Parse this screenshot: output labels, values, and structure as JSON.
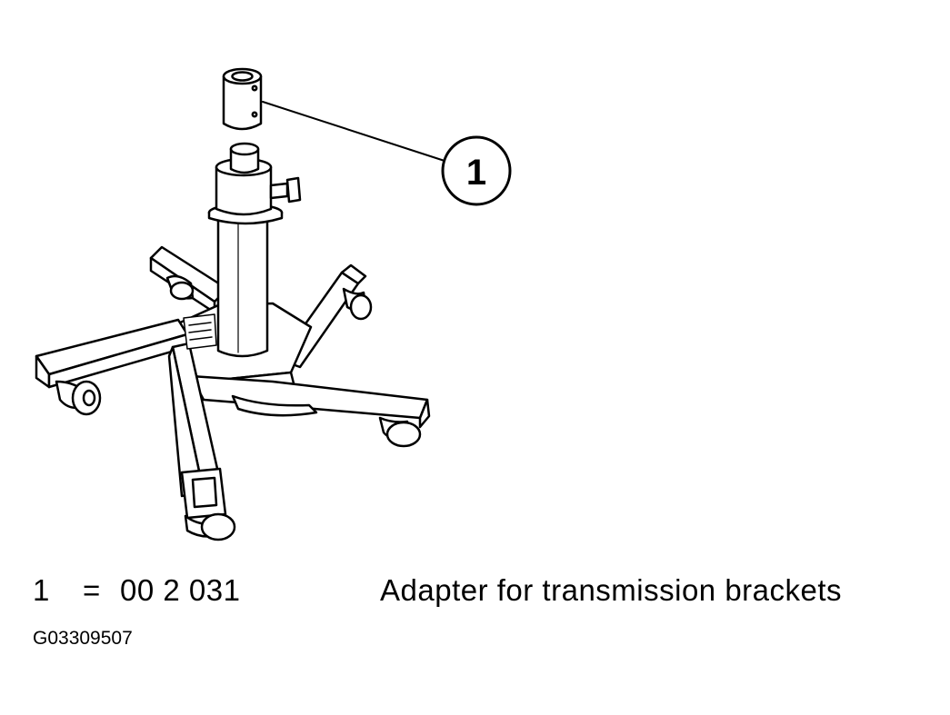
{
  "diagram": {
    "callouts": [
      {
        "number": "1"
      }
    ],
    "legend": [
      {
        "number": "1",
        "separator": "=",
        "part_number": "00 2 031",
        "description": "Adapter for transmission brackets"
      }
    ],
    "figure_id": "G03309507"
  },
  "colors": {
    "line": "#000000",
    "background": "#ffffff"
  }
}
